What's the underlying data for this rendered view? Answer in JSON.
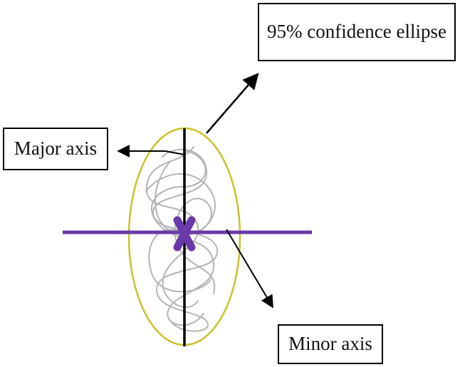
{
  "labels": {
    "confidence_ellipse": "95% confidence ellipse",
    "major_axis": "Major axis",
    "minor_axis": "Minor axis"
  },
  "colors": {
    "ellipse": "#c9c22a",
    "major_axis": "#000000",
    "minor_axis": "#6a3aa8",
    "center_marker": "#6a3aa8",
    "trajectory": "#b4b4b4",
    "arrows": "#000000"
  },
  "icons": {
    "center_marker": "x-mark-icon"
  }
}
